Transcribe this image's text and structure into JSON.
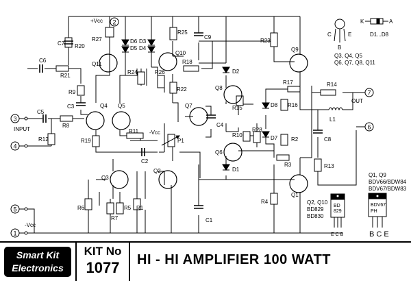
{
  "schematic": {
    "components": {
      "C7": "C7",
      "R20": "R20",
      "R27": "R27",
      "vcc_plus": "+Vcc",
      "D6": "D6",
      "D5": "D5",
      "D3": "D3",
      "D4": "D4",
      "R25": "R25",
      "C9": "C9",
      "R23": "R23",
      "Q9": "Q9",
      "C6": "C6",
      "R21": "R21",
      "Q11": "Q11",
      "R24": "R24",
      "R26": "R26",
      "Q10": "Q10",
      "R18": "R18",
      "D2": "D2",
      "R9": "R9",
      "C3": "C3",
      "Q4": "Q4",
      "Q5": "Q5",
      "R22": "R22",
      "Q8": "Q8",
      "R17": "R17",
      "R14": "R14",
      "OUT": "OUT",
      "C5": "C5",
      "INPUT": "INPUT",
      "R8": "R8",
      "R15": "R15",
      "D8": "D8",
      "R16": "R16",
      "L1": "L1",
      "Q7": "Q7",
      "C4": "C4",
      "R11": "R11",
      "vcc_minus": "-Vcc",
      "R28": "R28",
      "R10": "R10",
      "D7": "D7",
      "R2": "R2",
      "C8": "C8",
      "R12": "R12",
      "R19": "R19",
      "P1": "P1",
      "Q6": "Q6",
      "R3": "R3",
      "C2": "C2",
      "D1": "D1",
      "R13": "R13",
      "Q3": "Q3",
      "Q2": "Q2",
      "Q1": "Q1",
      "R4": "R4",
      "R6": "R6",
      "R5": "R5",
      "R1": "R1",
      "R7": "R7",
      "C1": "C1",
      "vcc_minus_bottom": "-Vcc"
    },
    "ports": {
      "p1": "1",
      "p2": "2",
      "p3": "3",
      "p4": "4",
      "p5": "5",
      "p6": "6",
      "p7": "7"
    },
    "legend": {
      "transistor_pins": {
        "c": "C",
        "e": "E",
        "b": "B"
      },
      "diode_pins": {
        "k": "K",
        "a": "A"
      },
      "diodes": "D1...D8",
      "small_transistors_1": "Q3, Q4, Q5",
      "small_transistors_2": "Q6, Q7, Q8, Q11",
      "q1_q9": "Q1, Q9",
      "q1_q9_types_1": "BDV66/BDW84",
      "q1_q9_types_2": "BDV67/BDW83",
      "q2_q10": "Q2, Q10",
      "q2_q10_type_1": "BD829",
      "q2_q10_type_2": "BD830",
      "pkg_bd_1": "BD",
      "pkg_bd_2": "829",
      "pkg_ecb": "E C B",
      "pkg_bdv_1": "BDV67",
      "pkg_bdv_2": "PH",
      "pkg_bce": "B C E"
    }
  },
  "footer": {
    "logo_line1": "Smart Kit",
    "logo_line2": "Electronics",
    "kit_label": "KIT No",
    "kit_number": "1077",
    "title": "HI - HI AMPLIFIER 100 WATT"
  }
}
